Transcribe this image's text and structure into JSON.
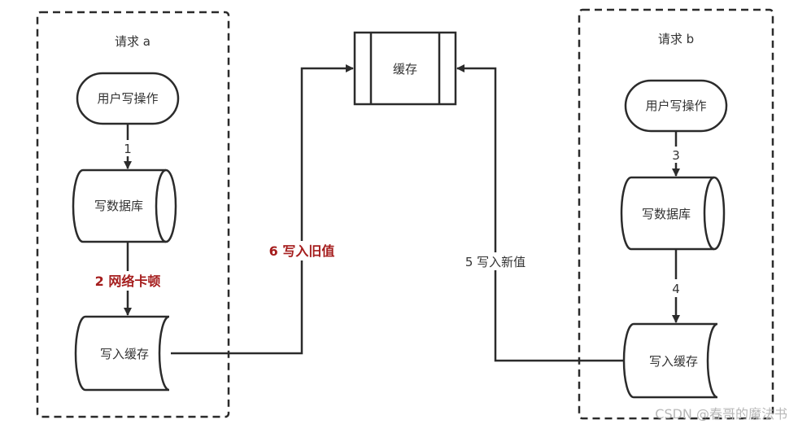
{
  "groups": {
    "a": {
      "title": "请求 a",
      "user_op": "用户写操作",
      "db": "写数据库",
      "cache_write": "写入缓存",
      "edge1": "1",
      "edge2": "2 网络卡顿"
    },
    "b": {
      "title": "请求 b",
      "user_op": "用户写操作",
      "db": "写数据库",
      "cache_write": "写入缓存",
      "edge3": "3",
      "edge4": "4"
    }
  },
  "cache": {
    "label": "缓存"
  },
  "edges": {
    "old_value": "6 写入旧值",
    "new_value": "5 写入新值"
  },
  "colors": {
    "stroke": "#2b2b2b",
    "highlight_text": "#a51d1d",
    "watermark": "#b8b8b8"
  },
  "watermark": "CSDN @春哥的魔法书"
}
